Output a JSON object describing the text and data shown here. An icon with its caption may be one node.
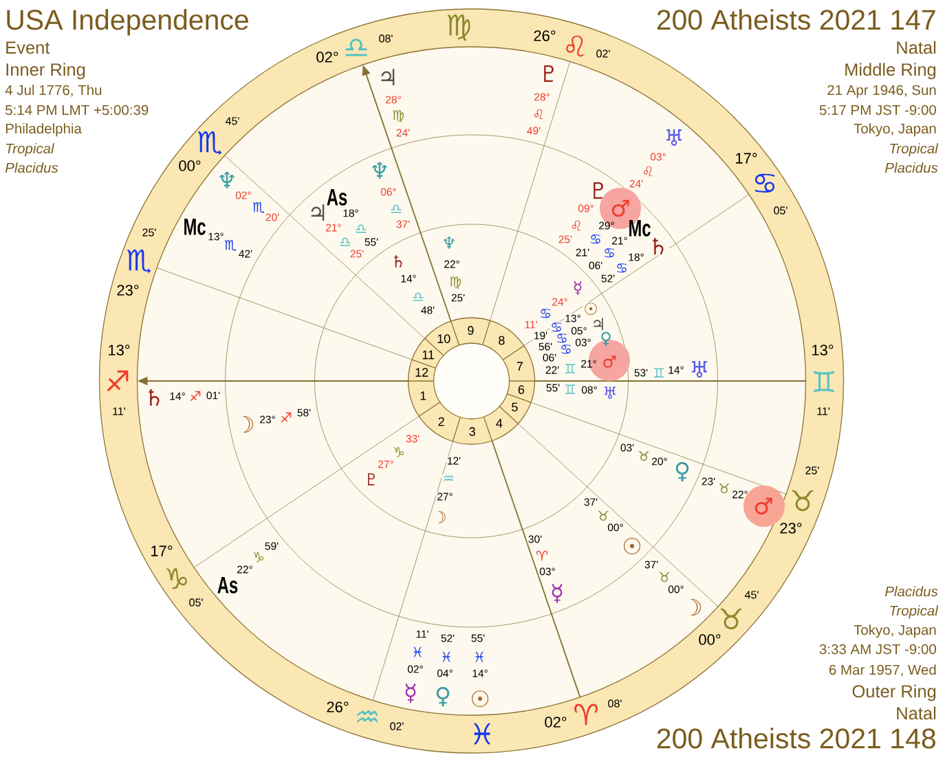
{
  "diagram": {
    "labels": [
      "USA Independence",
      "Event",
      "Inner Ring",
      "4 Jul 1776, Thu",
      "5:14 PM LMT +5:00:39",
      "Philadelphia",
      "Tropical",
      "Placidus",
      "200 Atheists 2021 147",
      "Natal",
      "Middle Ring",
      "21 Apr 1946, Sun",
      "5:17 PM JST -9:00",
      "Tokyo, Japan",
      "Tropical",
      "Placidus",
      "02°",
      "♎",
      "08'",
      "♍",
      "26°",
      "♌",
      "02'",
      "17°",
      "♋",
      "05'",
      "13°",
      "♊",
      "11'",
      "25'",
      "♉",
      "23°",
      "45'",
      "♉",
      "00°",
      "02°",
      "♈",
      "08'",
      "♓",
      "26°",
      "♒",
      "02'",
      "17°",
      "♑",
      "05'",
      "13°",
      "♐",
      "11'",
      "25'",
      "♏",
      "23°",
      "45'",
      "♏",
      "00°",
      "♃",
      "28°",
      "♍",
      "24'",
      "♇",
      "28°",
      "♌",
      "49'",
      "♅",
      "03°",
      "♌",
      "24'",
      "♂",
      "22°",
      "♉",
      "23'",
      "☽",
      "00°",
      "♉",
      "37'",
      "☉",
      "14°",
      "♓",
      "55'",
      "♀",
      "04°",
      "♓",
      "52'",
      "☿",
      "02°",
      "♓",
      "11'",
      "As",
      "22°",
      "♑",
      "59'",
      "♄",
      "14°",
      "♐",
      "01'",
      "Mc",
      "13°",
      "♏",
      "42'",
      "♆",
      "02°",
      "♏",
      "20'",
      "♆",
      "06°",
      "♎",
      "37'",
      "As",
      "18°",
      "♎",
      "55'",
      "♃",
      "21°",
      "♎",
      "25'",
      "♇",
      "09°",
      "♌",
      "25'",
      "♂",
      "29°",
      "♋",
      "21'",
      "Mc",
      "21°",
      "♋",
      "06'",
      "♄",
      "18°",
      "♋",
      "52'",
      "♅",
      "14°",
      "♊",
      "53'",
      "♀",
      "20°",
      "♉",
      "03'",
      "☉",
      "00°",
      "♉",
      "37'",
      "☿",
      "03°",
      "♈",
      "30'",
      "☽",
      "23°",
      "♐",
      "58'",
      "♄",
      "14°",
      "♎",
      "48'",
      "♆",
      "22°",
      "♍",
      "25'",
      "☿",
      "24°",
      "♋",
      "11'",
      "☉",
      "13°",
      "♋",
      "19'",
      "♃",
      "05°",
      "♋",
      "56'",
      "♀",
      "03°",
      "♋",
      "06'",
      "♂",
      "21°",
      "♊",
      "22'",
      "♅",
      "08°",
      "♊",
      "55'",
      "☽",
      "27°",
      "♒",
      "12'",
      "♇",
      "27°",
      "♑",
      "33'",
      "1",
      "2",
      "3",
      "4",
      "5",
      "6",
      "7",
      "8",
      "9",
      "10",
      "11",
      "12",
      "Placidus",
      "Tropical",
      "Tokyo, Japan",
      "3:33 AM JST -9:00",
      "6 Mar 1957, Wed",
      "Outer Ring",
      "Natal",
      "200 Atheists 2021 148"
    ]
  }
}
